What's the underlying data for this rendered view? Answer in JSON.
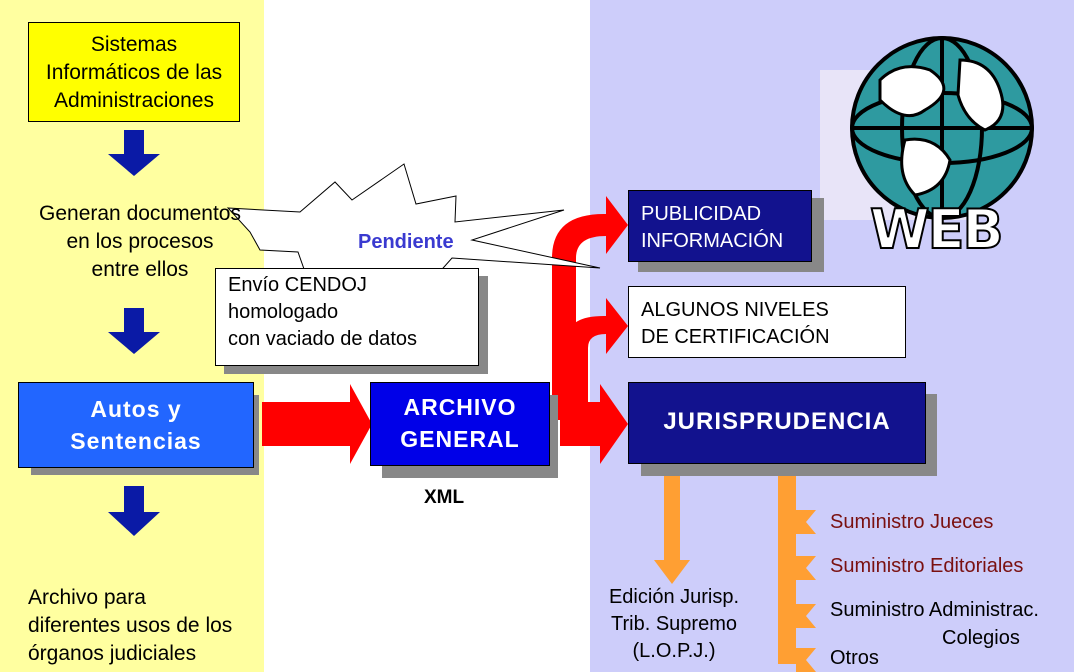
{
  "left_column": {
    "sistemas_box": [
      "Sistemas",
      "Informáticos de las",
      "Administraciones"
    ],
    "generan_text": [
      "Generan documentos",
      "en los procesos",
      "entre ellos"
    ],
    "autos_box": [
      "Autos y",
      "Sentencias"
    ],
    "archivo_usos_text": [
      "Archivo para",
      "diferentes usos de los",
      "órganos judiciales"
    ]
  },
  "center": {
    "pendiente_label": "Pendiente",
    "envio_box": [
      "Envío CENDOJ",
      "homologado",
      "con vaciado de datos"
    ],
    "archivo_general_box": [
      "ARCHIVO",
      "GENERAL"
    ],
    "xml_label": "XML"
  },
  "right_column": {
    "publicidad_box": [
      "PUBLICIDAD",
      "INFORMACIÓN"
    ],
    "niveles_box": [
      "ALGUNOS NIVELES",
      "DE CERTIFICACIÓN"
    ],
    "jurisprudencia_box": "JURISPRUDENCIA",
    "web_label": "WEB",
    "edicion_text": [
      "Edición Jurisp.",
      "Trib. Supremo",
      "(L.O.P.J.)"
    ],
    "suministros": {
      "jueces": "Suministro Jueces",
      "editoriales": "Suministro Editoriales",
      "administrac": "Suministro Administrac.",
      "colegios": "Colegios",
      "otros": "Otros"
    }
  },
  "colors": {
    "left_bg": "#ffffa0",
    "right_bg": "#cdcdfa",
    "sistemas_fill": "#ffff00",
    "autos_fill": "#2266ff",
    "archivo_fill": "#0000e8",
    "dark_box_fill": "#12128e",
    "down_arrow": "#0a1aa6",
    "red_arrow": "#ff0000",
    "orange_arrow": "#ff9f33",
    "maroon_text": "#7a1010",
    "pendiente_text": "#3a3ad0"
  }
}
